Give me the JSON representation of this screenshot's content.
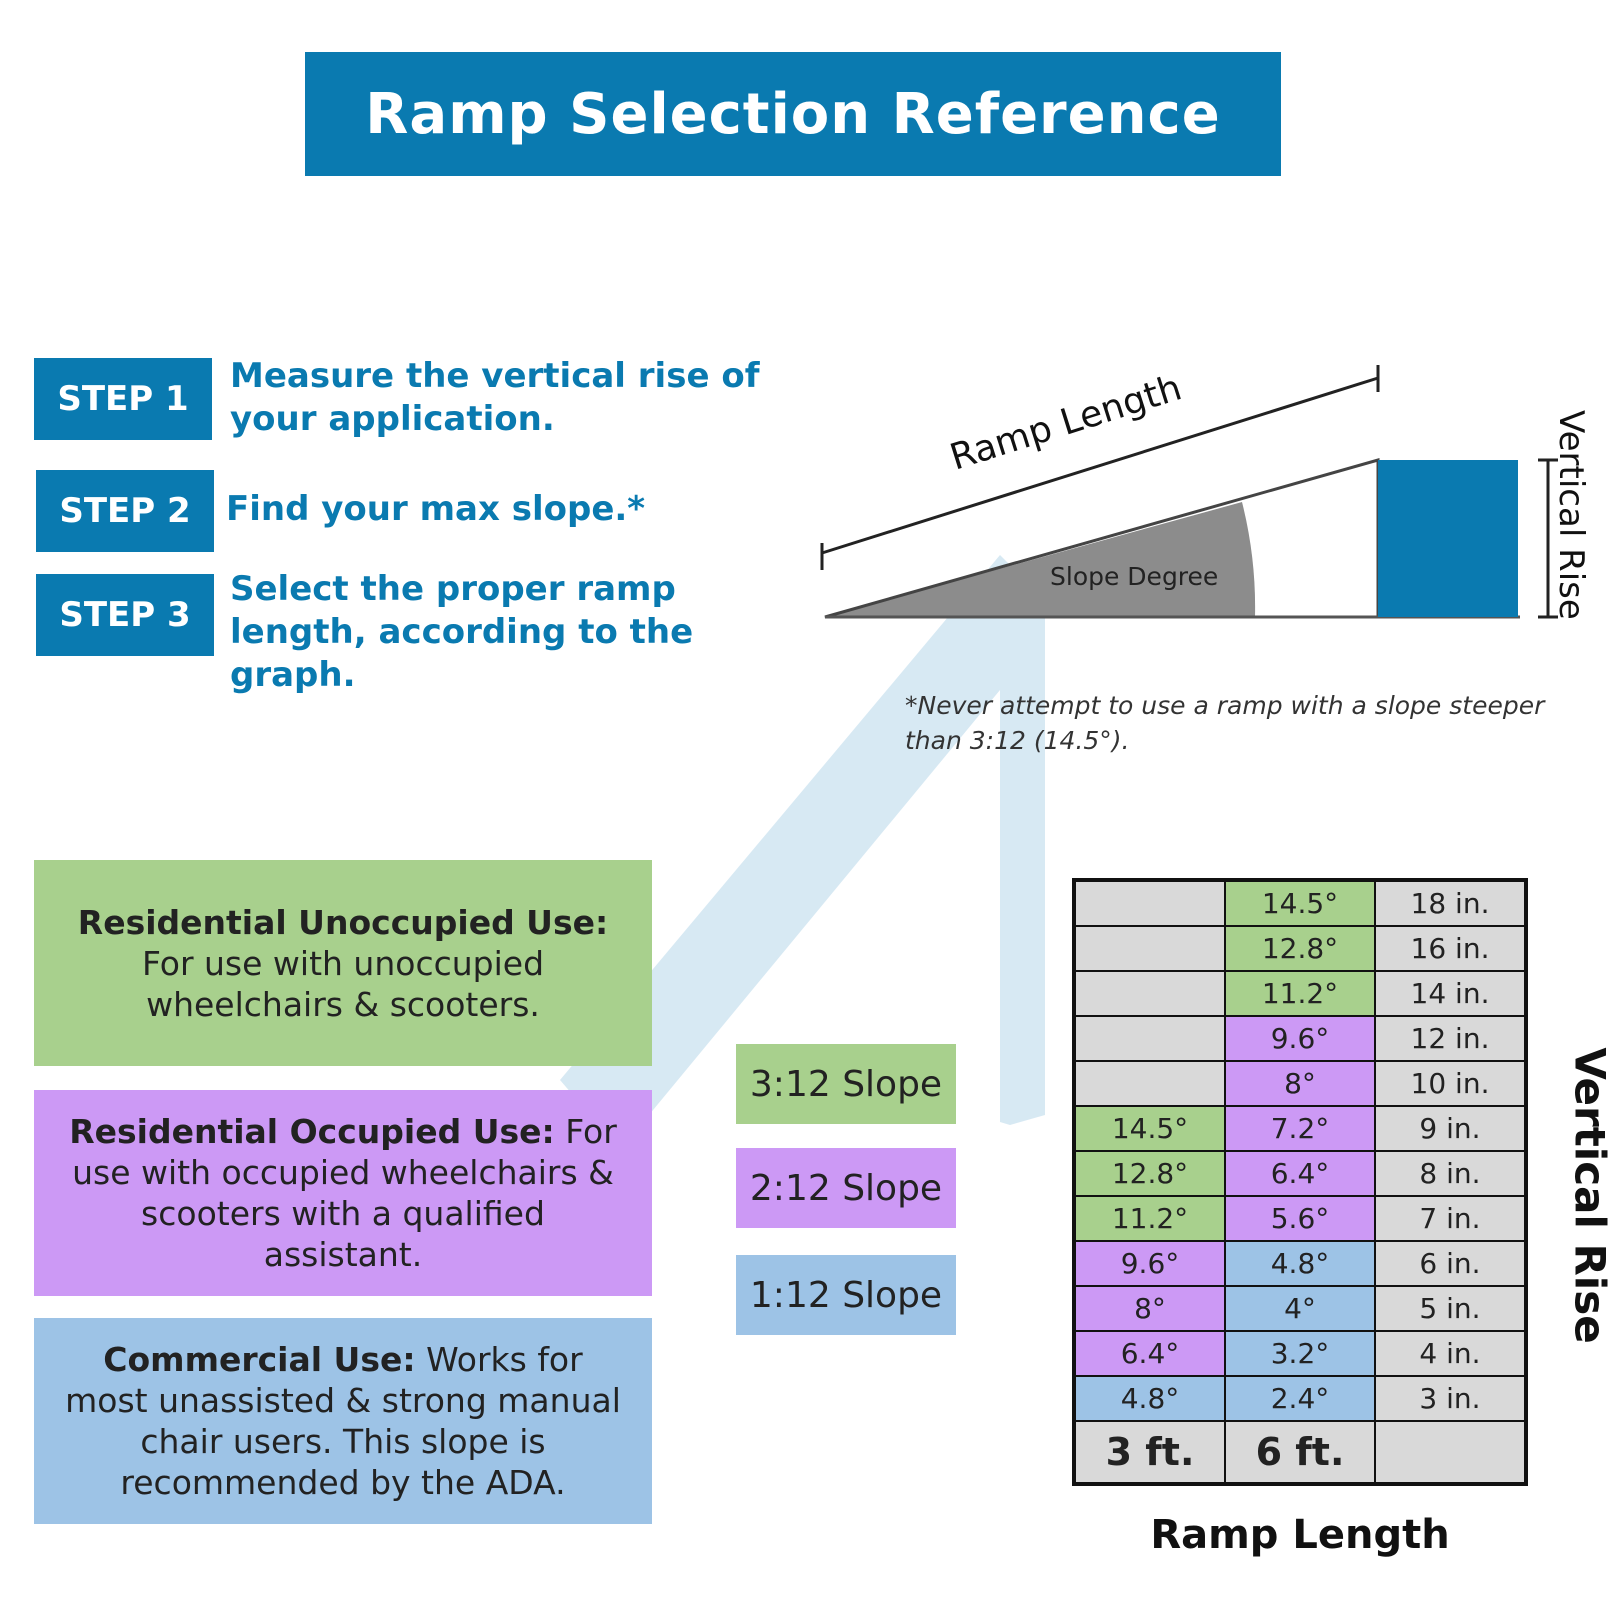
{
  "title": "Ramp Selection Reference",
  "steps": [
    {
      "badge": "STEP 1",
      "line1": "Measure the vertical rise of",
      "line2": "your application.",
      "line3": ""
    },
    {
      "badge": "STEP 2",
      "line1": "Find your max slope.*",
      "line2": "",
      "line3": ""
    },
    {
      "badge": "STEP 3",
      "line1": "Select the proper ramp",
      "line2": "length, according to the",
      "line3": "graph."
    }
  ],
  "diagram": {
    "ramp_length_label": "Ramp Length",
    "slope_degree_label": "Slope Degree",
    "vertical_rise_label": "Vertical Rise"
  },
  "note": {
    "line1": "*Never attempt to use a ramp with a slope steeper",
    "line2": "than 3:12 (14.5°)."
  },
  "uses": [
    {
      "heading": "Residential Unoccupied Use:",
      "line1": "For use with unoccupied",
      "line2": "wheelchairs & scooters.",
      "line3": ""
    },
    {
      "heading": "Residential Occupied Use:",
      "inline": " For",
      "line1": "use with occupied wheelchairs &",
      "line2": "scooters with a qualified",
      "line3": "assistant."
    },
    {
      "heading": "Commercial Use:",
      "inline": " Works for",
      "line1": "most unassisted & strong manual",
      "line2": "chair users. This slope is",
      "line3": "recommended by the ADA."
    }
  ],
  "slopes": [
    {
      "label": "3:12 Slope",
      "color": "#a8d08d"
    },
    {
      "label": "2:12 Slope",
      "color": "#cc99f5"
    },
    {
      "label": "1:12 Slope",
      "color": "#9dc3e6"
    }
  ],
  "colors": {
    "brand_blue": "#0a7ab0",
    "green": "#a8d08d",
    "purple": "#cc99f5",
    "blue": "#9dc3e6",
    "gray": "#d9d9d9",
    "arrow": "#cde4f0"
  },
  "chart_data": {
    "type": "table",
    "columns": [
      "3 ft.",
      "6 ft.",
      ""
    ],
    "xlabel": "Ramp Length",
    "ylabel": "Vertical Rise",
    "rows": [
      {
        "rise": "18 in.",
        "c3": "",
        "c6": "14.5°",
        "color3": "gray",
        "color6": "green"
      },
      {
        "rise": "16 in.",
        "c3": "",
        "c6": "12.8°",
        "color3": "gray",
        "color6": "green"
      },
      {
        "rise": "14 in.",
        "c3": "",
        "c6": "11.2°",
        "color3": "gray",
        "color6": "green"
      },
      {
        "rise": "12 in.",
        "c3": "",
        "c6": "9.6°",
        "color3": "gray",
        "color6": "purple"
      },
      {
        "rise": "10 in.",
        "c3": "",
        "c6": "8°",
        "color3": "gray",
        "color6": "purple"
      },
      {
        "rise": "9 in.",
        "c3": "14.5°",
        "c6": "7.2°",
        "color3": "green",
        "color6": "purple"
      },
      {
        "rise": "8 in.",
        "c3": "12.8°",
        "c6": "6.4°",
        "color3": "green",
        "color6": "purple"
      },
      {
        "rise": "7 in.",
        "c3": "11.2°",
        "c6": "5.6°",
        "color3": "green",
        "color6": "purple"
      },
      {
        "rise": "6 in.",
        "c3": "9.6°",
        "c6": "4.8°",
        "color3": "purple",
        "color6": "blue"
      },
      {
        "rise": "5 in.",
        "c3": "8°",
        "c6": "4°",
        "color3": "purple",
        "color6": "blue"
      },
      {
        "rise": "4 in.",
        "c3": "6.4°",
        "c6": "3.2°",
        "color3": "purple",
        "color6": "blue"
      },
      {
        "rise": "3 in.",
        "c3": "4.8°",
        "c6": "2.4°",
        "color3": "blue",
        "color6": "blue"
      }
    ]
  }
}
